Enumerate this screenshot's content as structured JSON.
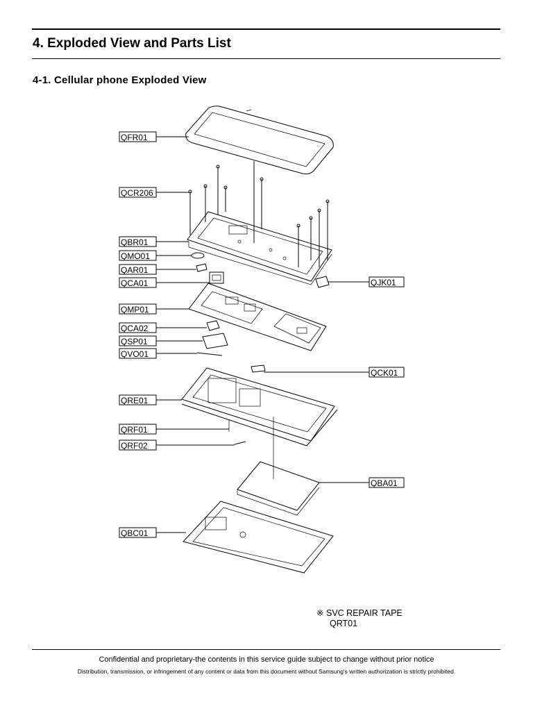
{
  "page_title": "4. Exploded View and Parts List",
  "section_title": "4-1. Cellular phone Exploded View",
  "parts": [
    {
      "code": "QFR01"
    },
    {
      "code": "QCR206"
    },
    {
      "code": "QBR01"
    },
    {
      "code": "QMO01"
    },
    {
      "code": "QAR01"
    },
    {
      "code": "QCA01"
    },
    {
      "code": "QJK01"
    },
    {
      "code": "QMP01"
    },
    {
      "code": "QCA02"
    },
    {
      "code": "QSP01"
    },
    {
      "code": "QVO01"
    },
    {
      "code": "QCK01"
    },
    {
      "code": "QRE01"
    },
    {
      "code": "QRF01"
    },
    {
      "code": "QRF02"
    },
    {
      "code": "QBA01"
    },
    {
      "code": "QBC01"
    }
  ],
  "note": {
    "mark": "※",
    "text": "SVC REPAIR TAPE",
    "code": "QRT01"
  },
  "footer": {
    "line1": "Confidential and proprietary-the contents in this service guide subject to change without prior notice",
    "line2": "Distribution, transmission, or infringement of any content or data from this document without Samsung's written authorization is strictly prohibited."
  }
}
